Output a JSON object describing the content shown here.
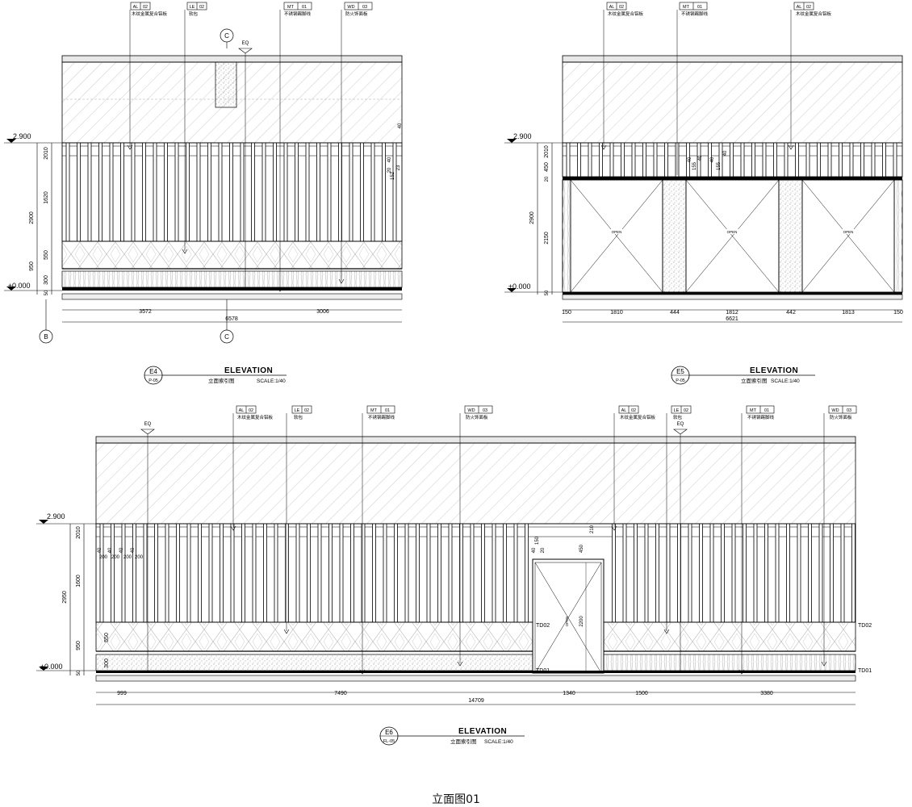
{
  "sheet": {
    "title": "立面图01"
  },
  "tags": {
    "al": {
      "code": "AL",
      "num": "02",
      "desc": "木纹金属复合铝板"
    },
    "le": {
      "code": "LE",
      "num": "02",
      "desc": "软包"
    },
    "mt": {
      "code": "MT",
      "num": "01",
      "desc": "不锈钢踢脚线"
    },
    "wd": {
      "code": "WD",
      "num": "03",
      "desc": "防火饰面板"
    }
  },
  "common": {
    "heading": "ELEVATION",
    "subtitle": "立面索引图",
    "scale": "SCALE:1/40",
    "level_top": "2.900",
    "level_zero": "±0.000",
    "eq": "EQ",
    "open": "OPEN",
    "td01": "TD01",
    "td02": "TD02"
  },
  "e4": {
    "id": "E4",
    "sheet": "P-05",
    "grid_c": "C",
    "grid_b": "B",
    "dims_bottom": [
      "3572",
      "3006"
    ],
    "dim_total": "6578",
    "dims_left": [
      "2010",
      "1620",
      "550",
      "300",
      "50"
    ],
    "dims_left_total": [
      "2900",
      "950"
    ],
    "dims_right": [
      "40",
      "40",
      "20",
      "152",
      "23"
    ]
  },
  "e5": {
    "id": "E5",
    "sheet": "P-05",
    "dims_bottom": [
      "150",
      "1810",
      "444",
      "1812",
      "442",
      "1813",
      "150"
    ],
    "dim_total": "6621",
    "dims_left": [
      "2010",
      "450",
      "20",
      "2150",
      "50"
    ],
    "dims_left_total": [
      "2900"
    ],
    "dims_top": [
      "40",
      "155",
      "40",
      "40",
      "155",
      "40"
    ]
  },
  "e6": {
    "id": "E6",
    "sheet": "FL-05",
    "dims_bottom": [
      "999",
      "7490",
      "1340",
      "1500",
      "3380"
    ],
    "dim_total": "14709",
    "dims_left": [
      "2010",
      "1600",
      "550",
      "300",
      "50"
    ],
    "dims_left_total": [
      "2950",
      "950"
    ],
    "dims_small": [
      "40",
      "40",
      "40",
      "40"
    ],
    "dims_small2": [
      "200",
      "200",
      "200",
      "200"
    ],
    "door_height": "2200",
    "dims_door": [
      "150",
      "40",
      "20",
      "450",
      "210"
    ]
  }
}
